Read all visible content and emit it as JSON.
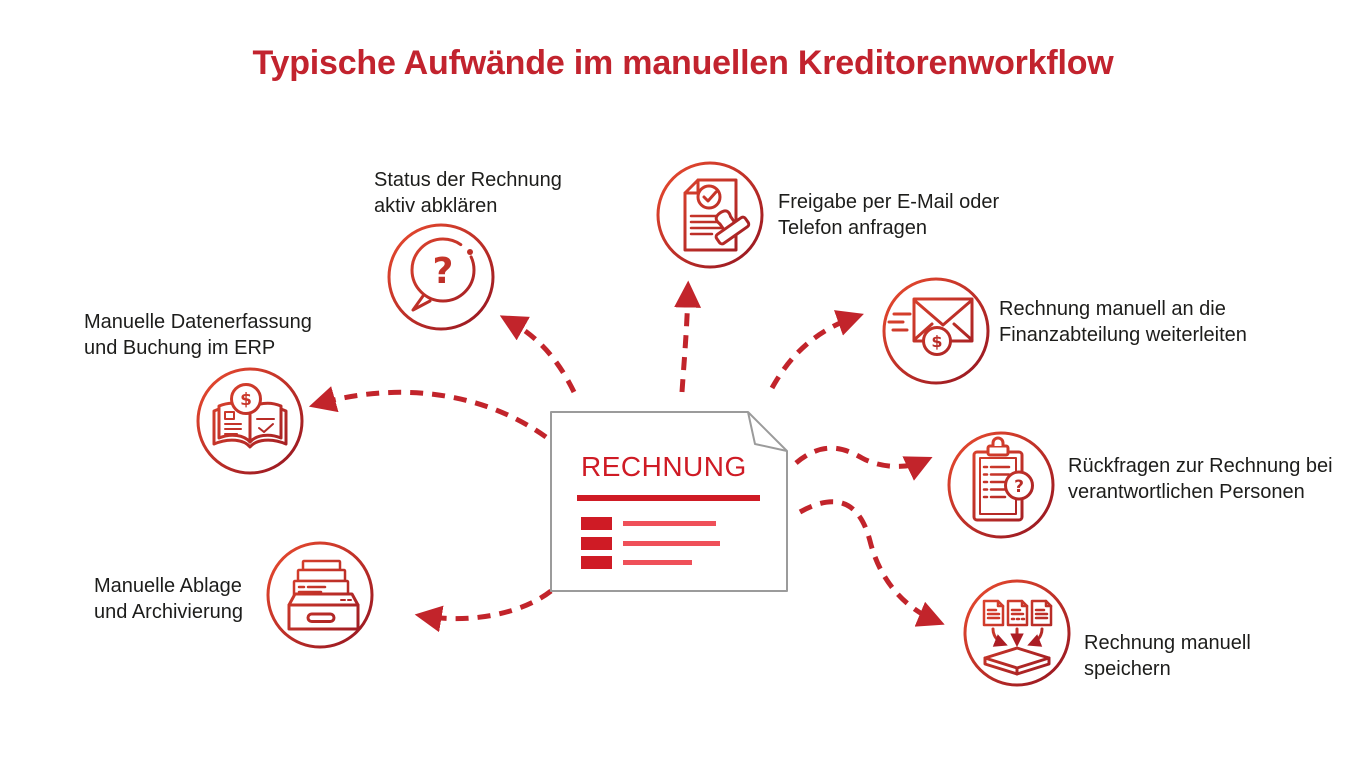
{
  "title": "Typische Aufwände im manuellen Kreditorenworkflow",
  "center_document": {
    "label": "RECHNUNG"
  },
  "glyphs": {
    "question_mark": "?",
    "dollar": "$"
  },
  "nodes": [
    {
      "id": "status-abklaeren",
      "icon": "question-bubble-icon",
      "lines": [
        "Status der Rechnung",
        "aktiv abklären"
      ]
    },
    {
      "id": "freigabe-anfragen",
      "icon": "approval-stamp-icon",
      "lines": [
        "Freigabe per E-Mail oder",
        "Telefon anfragen"
      ]
    },
    {
      "id": "weiterleiten",
      "icon": "forward-envelope-icon",
      "lines": [
        "Rechnung manuell an die",
        "Finanzabteilung weiterleiten"
      ]
    },
    {
      "id": "rueckfragen",
      "icon": "clipboard-question-icon",
      "lines": [
        "Rückfragen zur Rechnung bei",
        "verantwortlichen Personen"
      ]
    },
    {
      "id": "speichern",
      "icon": "save-documents-icon",
      "lines": [
        "Rechnung manuell",
        "speichern"
      ]
    },
    {
      "id": "ablage",
      "icon": "archive-box-icon",
      "lines": [
        "Manuelle Ablage",
        "und Archivierung"
      ]
    },
    {
      "id": "datenerfassung",
      "icon": "book-erp-icon",
      "lines": [
        "Manuelle Datenerfassung",
        "und Buchung im ERP"
      ]
    }
  ],
  "colors": {
    "accent": "#c2232e",
    "accent_light": "#ef5059",
    "icon_gradient_start": "#e2472e",
    "icon_gradient_end": "#9c1a22",
    "text": "#1d1d1b",
    "document_border": "#9b9b9b"
  }
}
